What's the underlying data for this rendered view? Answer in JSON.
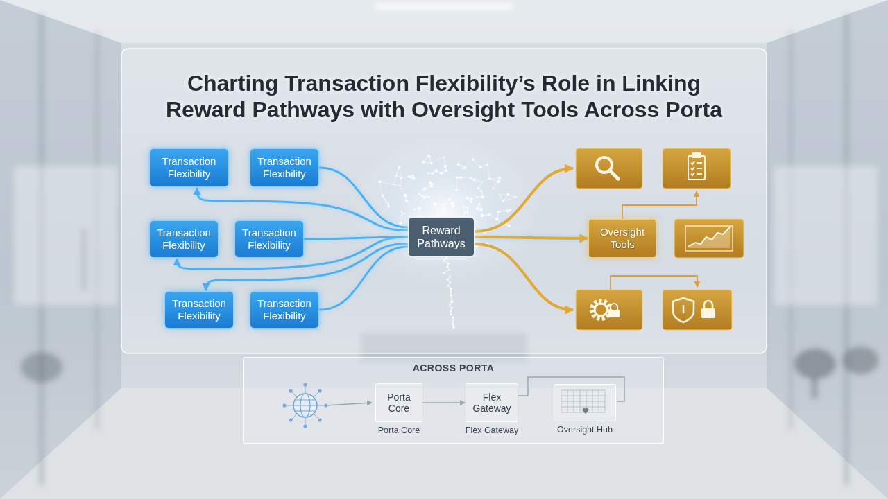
{
  "diagram": {
    "title": "Charting Transaction Flexibility’s Role in Linking Reward Pathways with Oversight Tools Across Porta",
    "nodes": [
      {
        "text": [
          "Transaction Flexibility"
        ]
      },
      {
        "text": [
          "Transaction Flexibility"
        ]
      },
      {
        "text": [
          "Transaction Flexibility"
        ]
      },
      {
        "text": [
          "Transaction Flexibility"
        ]
      },
      {
        "text": [
          "Transaction Flexibility"
        ]
      },
      {
        "text": [
          "Transaction Flexibility"
        ]
      },
      {
        "text": [
          "Reward Pathways"
        ]
      },
      {
        "text": [
          "Oversight Tools"
        ]
      },
      {
        "text": [
          "ACROSS PORTA"
        ]
      },
      {
        "text": [
          "Porta Core",
          "Porta Core"
        ],
        "in": 8
      },
      {
        "text": [
          "Flex Gateway",
          "Flex Gateway"
        ],
        "in": 8
      },
      {
        "text": [
          "Oversight Hub"
        ],
        "in": 8
      }
    ],
    "edges": [
      {
        "from": 6,
        "to": 0,
        "arrow": "to"
      },
      {
        "from": 1,
        "to": 6,
        "arrow": "none"
      },
      {
        "from": 6,
        "to": 2,
        "arrow": "to"
      },
      {
        "from": 3,
        "to": 6,
        "arrow": "none"
      },
      {
        "from": 6,
        "to": 4,
        "arrow": "to"
      },
      {
        "from": 5,
        "to": 6,
        "arrow": "none"
      },
      {
        "from": 6,
        "to": 7,
        "arrow": "to"
      },
      {
        "from": 9,
        "to": 10,
        "arrow": "to"
      },
      {
        "from": 10,
        "to": 11,
        "arrow": "none"
      }
    ]
  }
}
